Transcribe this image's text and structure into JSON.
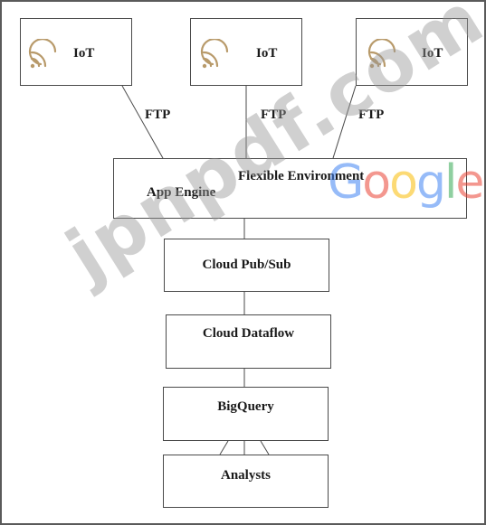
{
  "iot_nodes": [
    {
      "label": "IoT",
      "link_label": "FTP"
    },
    {
      "label": "IoT",
      "link_label": "FTP"
    },
    {
      "label": "IoT",
      "link_label": "FTP"
    }
  ],
  "app_engine": {
    "title": "App Engine",
    "subtitle": "Flexible Environment"
  },
  "pipeline": [
    {
      "label": "Cloud Pub/Sub"
    },
    {
      "label": "Cloud Dataflow"
    },
    {
      "label": "BigQuery"
    },
    {
      "label": "Analysts"
    }
  ],
  "watermarks": {
    "site": "jpnpdf.com",
    "brand": "Google",
    "brand_colors": [
      "#4285F4",
      "#EA4335",
      "#FBBC05",
      "#4285F4",
      "#34A853",
      "#EA4335"
    ]
  },
  "colors": {
    "icon": "#b89a6a",
    "border": "#4a4a4a"
  }
}
